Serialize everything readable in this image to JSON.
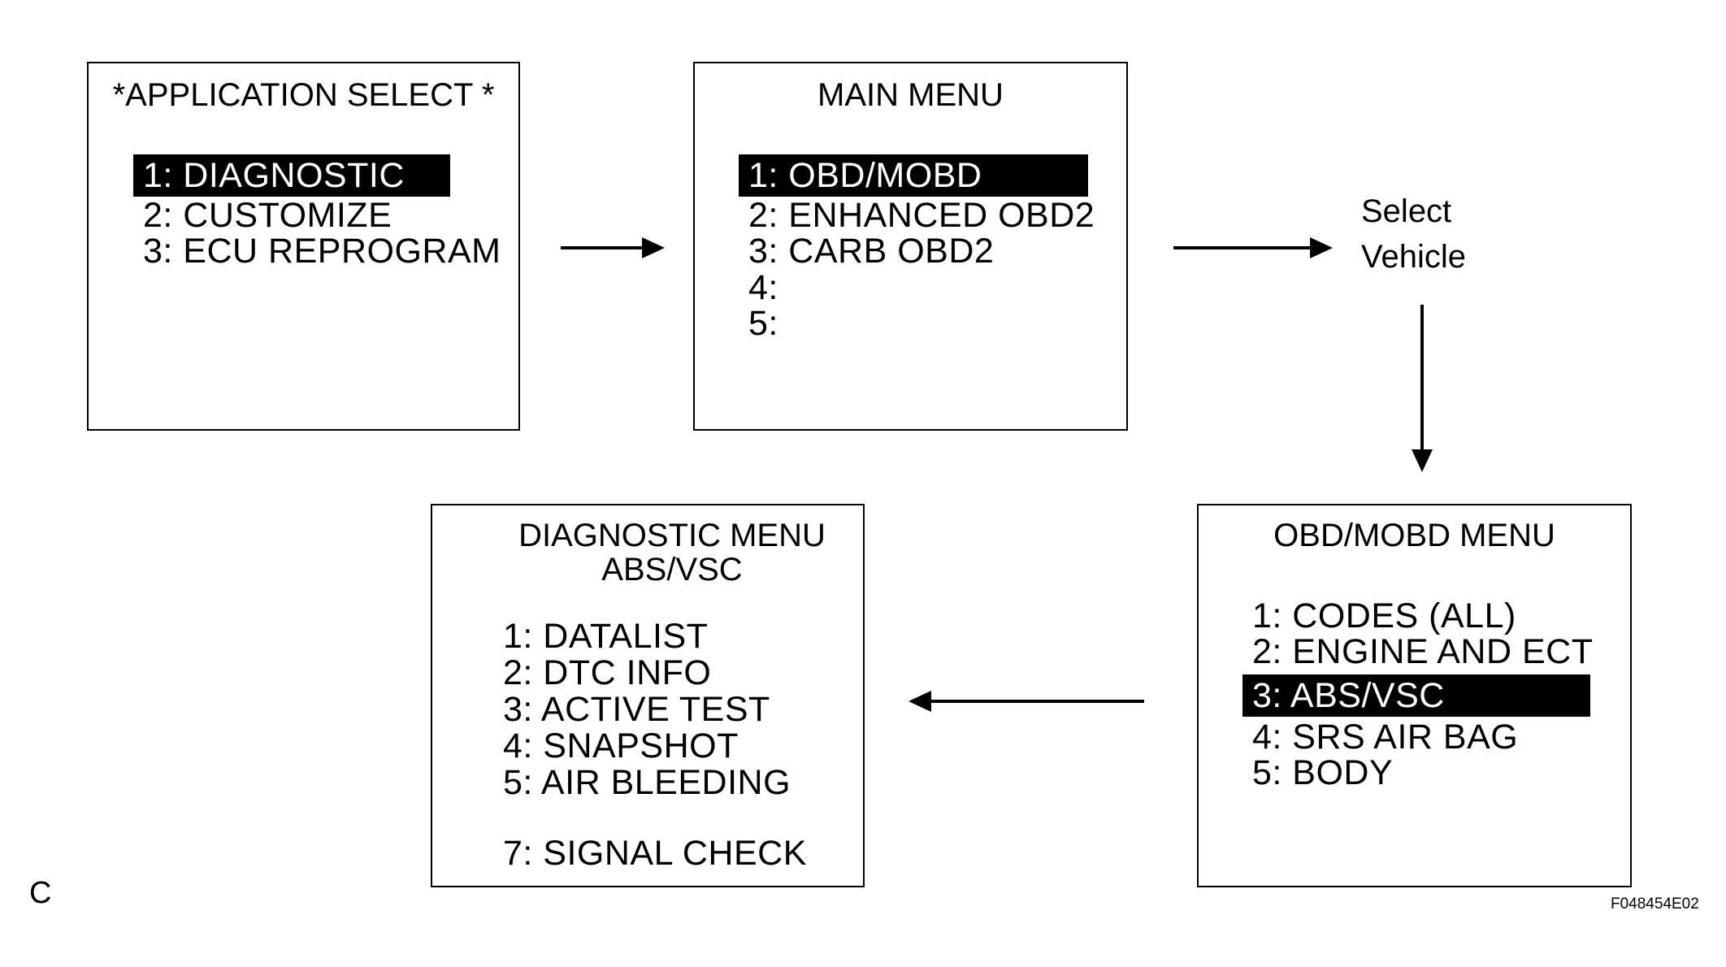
{
  "screens": {
    "application_select": {
      "title": "*APPLICATION SELECT *",
      "items": [
        {
          "label": "1:  DIAGNOSTIC",
          "selected": true
        },
        {
          "label": "2:  CUSTOMIZE",
          "selected": false
        },
        {
          "label": "3:  ECU REPROGRAM",
          "selected": false
        }
      ]
    },
    "main_menu": {
      "title": "MAIN  MENU",
      "items": [
        {
          "label": "1:  OBD/MOBD",
          "selected": true
        },
        {
          "label": "2:  ENHANCED OBD2",
          "selected": false
        },
        {
          "label": "3:  CARB OBD2",
          "selected": false
        },
        {
          "label": "4:",
          "selected": false
        },
        {
          "label": "5:",
          "selected": false
        }
      ]
    },
    "obd_mobd_menu": {
      "title": "OBD/MOBD MENU",
      "items": [
        {
          "label": "1:  CODES (ALL)",
          "selected": false
        },
        {
          "label": "2:  ENGINE AND ECT",
          "selected": false
        },
        {
          "label": "3:  ABS/VSC",
          "selected": true
        },
        {
          "label": "4:  SRS AIR BAG",
          "selected": false
        },
        {
          "label": "5:  BODY",
          "selected": false
        }
      ]
    },
    "diagnostic_menu": {
      "title": "DIAGNOSTIC MENU",
      "subtitle": "ABS/VSC",
      "items": [
        {
          "label": "1:  DATALIST"
        },
        {
          "label": "2:  DTC INFO"
        },
        {
          "label": "3:  ACTIVE TEST"
        },
        {
          "label": "4:  SNAPSHOT"
        },
        {
          "label": "5:  AIR BLEEDING"
        },
        {
          "label": "7:  SIGNAL CHECK"
        }
      ]
    }
  },
  "select_vehicle": {
    "line1": "Select",
    "line2": "Vehicle"
  },
  "corner_letter": "C",
  "figure_code": "F048454E02"
}
